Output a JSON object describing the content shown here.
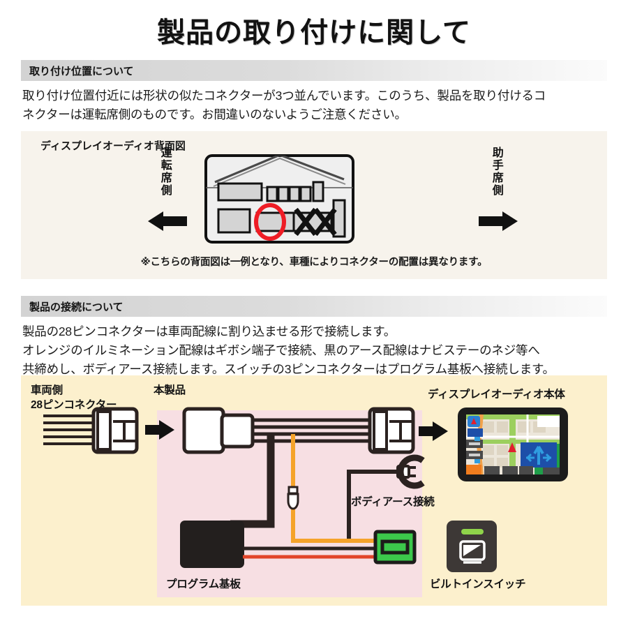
{
  "document": {
    "title": "製品の取り付けに関して"
  },
  "sections": [
    {
      "id": "install-position",
      "header": "取り付け位置について",
      "body_line1": "取り付け位置付近には形状の似たコネクターが3つ並んでいます。このうち、製品を取り付けるコ",
      "body_line2": "ネクターは運転席側のものです。お間違いのないようご注意ください。",
      "figure": {
        "caption": "ディスプレイオーディオ背面図",
        "left_label": "運転席側",
        "right_label": "助手席側",
        "left_arrow_icon": "arrow-left-icon",
        "right_arrow_icon": "arrow-right-icon",
        "correct_marker_icon": "red-circle-marker-icon",
        "wrong_marker_icon": "x-mark-icon",
        "footnote": "※こちらの背面図は一例となり、車種によりコネクターの配置は異なります。"
      }
    },
    {
      "id": "product-connection",
      "header": "製品の接続について",
      "body_line1": "製品の28ピンコネクターは車両配線に割り込ませる形で接続します。",
      "body_line2": "オレンジのイルミネーション配線はギボシ端子で接続、黒のアース配線はナビステーのネジ等へ",
      "body_line3": "共締めし、ボディアース接続します。スイッチの3ピンコネクターはプログラム基板へ接続します。",
      "figure": {
        "label_vehicle_line1": "車両側",
        "label_vehicle_line2": "28ピンコネクター",
        "label_product": "本製品",
        "label_display_unit": "ディスプレイオーディオ本体",
        "label_body_earth": "ボディアース接続",
        "label_program_board": "プログラム基板",
        "label_builtin_switch": "ビルトインスイッチ",
        "arrow_icon": "arrow-right-icon",
        "earth_terminal_icon": "ring-terminal-icon",
        "bullet_terminal_icon": "bullet-terminal-icon",
        "switch_display_icon": "display-monitor-icon",
        "switch_led_icon": "led-indicator-icon"
      }
    }
  ],
  "colors": {
    "panel_rear_bg": "#f7f3ec",
    "panel_wire_bg": "#fcf0cd",
    "product_area_bg": "#f7dfe3",
    "marker_red": "#ee1c25",
    "wire_black": "#2b2220",
    "wire_orange": "#f5a32a",
    "wire_red": "#e2452a",
    "connector_green": "#3cc84b",
    "switch_body": "#3d3836",
    "switch_led_green": "#8fd44a",
    "header_gray": "#d3d3d3"
  }
}
